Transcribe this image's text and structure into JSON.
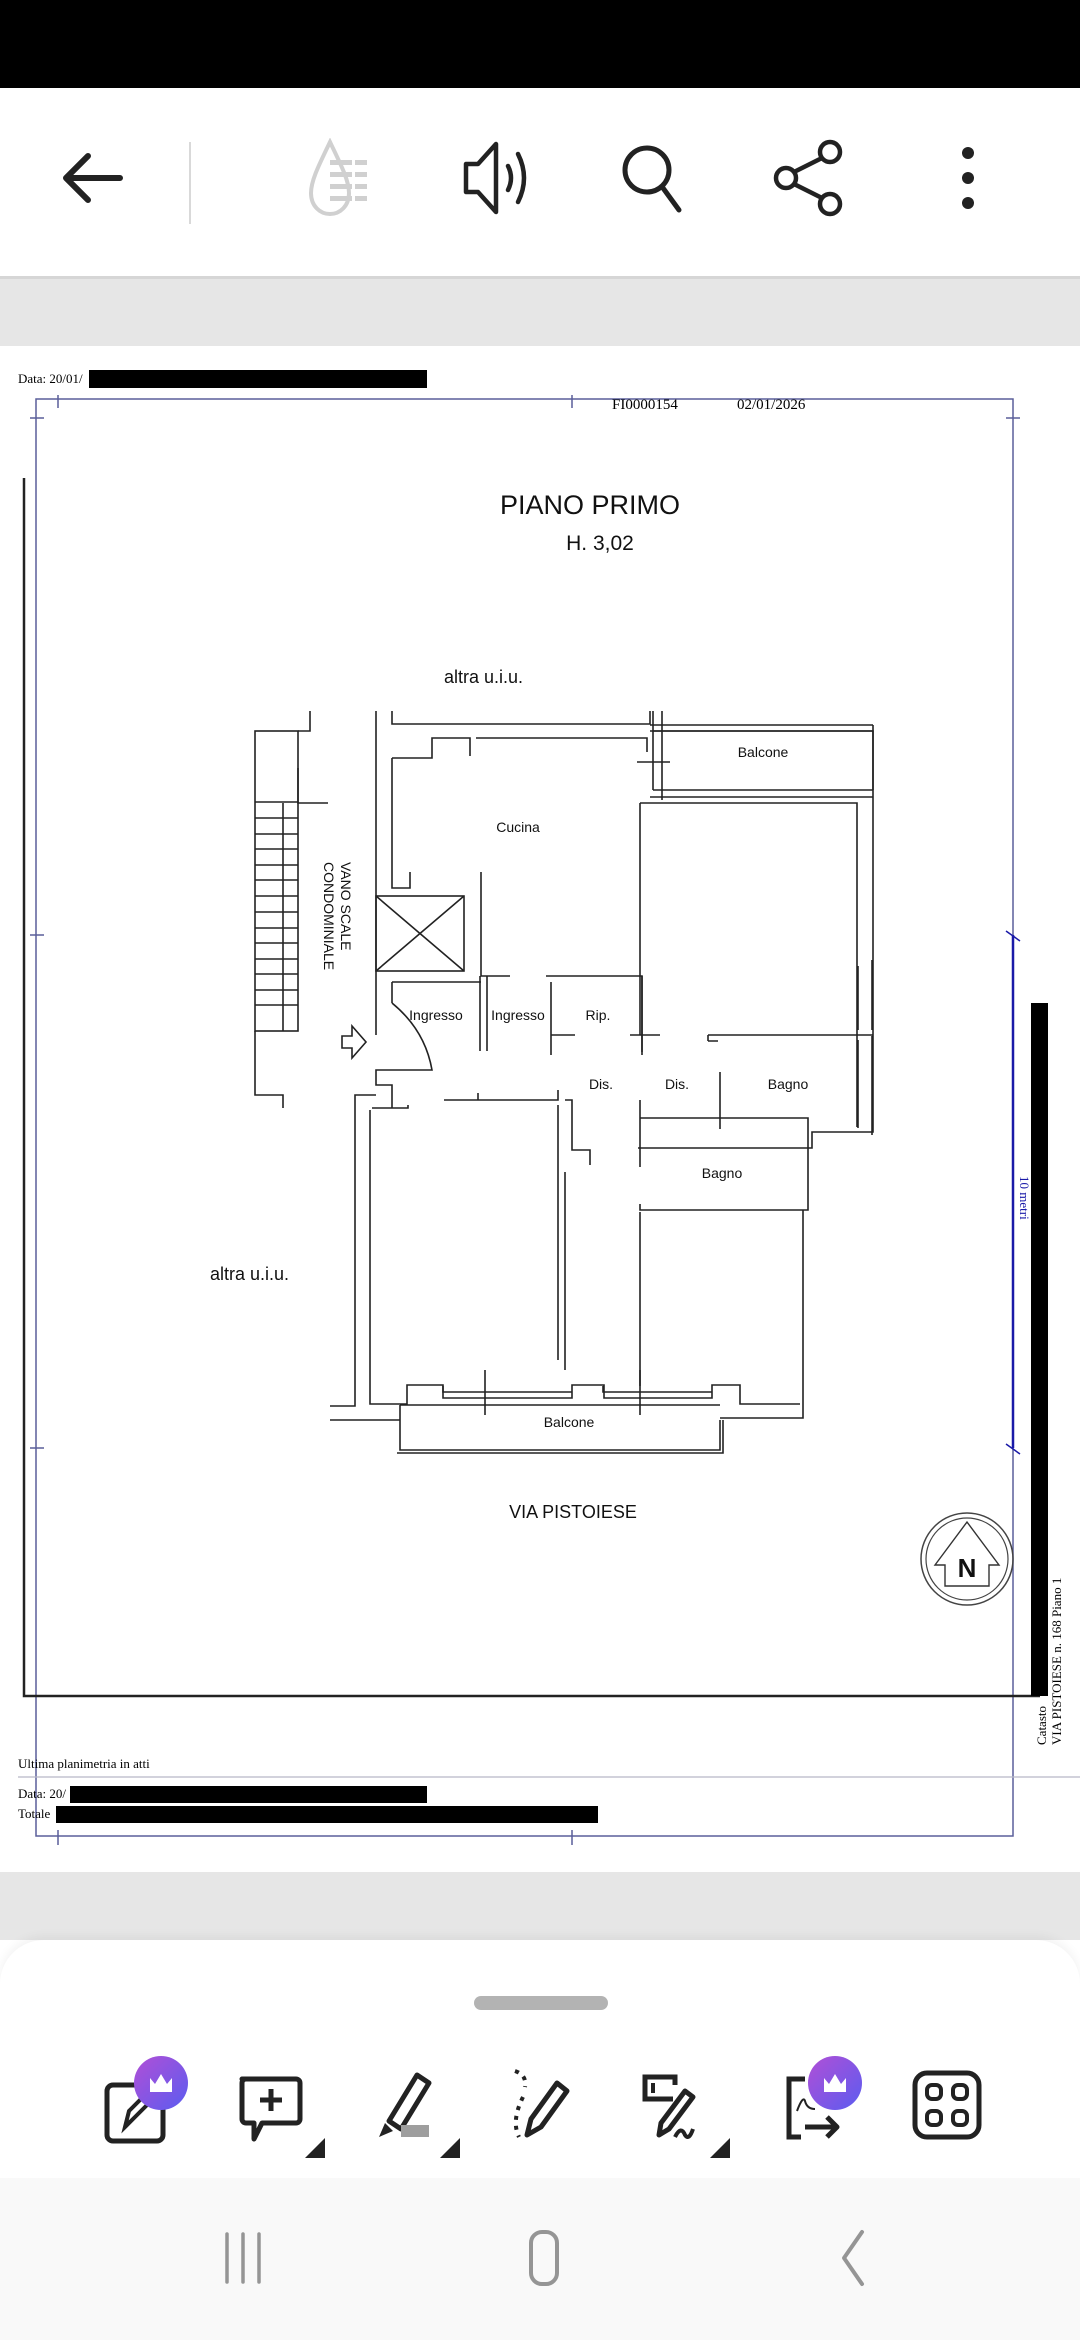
{
  "toolbar": {
    "icons": [
      "back-arrow-icon",
      "reading-mode-icon",
      "text-to-speech-icon",
      "search-icon",
      "share-icon",
      "more-options-icon"
    ],
    "reading_mode_disabled": true
  },
  "document": {
    "header_date": "Data: 20/01/",
    "code": "FI0000154",
    "code_date": "02/01/2026",
    "title": "PIANO PRIMO",
    "height": "H. 3,02",
    "scale_label": "10 metri",
    "north_label": "N",
    "street": "VIA PISTOIESE",
    "sidebar_line1": "Catasto",
    "sidebar_line2": "VIA PISTOIESE n. 168 Piano 1",
    "footer_note": "Ultima planimetria in atti",
    "footer_date": "Data: 20/",
    "footer_total": "Totale",
    "line_color": "#5a5f9a",
    "scale_color": "#1a1aa8",
    "rooms": {
      "altra_top": "altra u.i.u.",
      "altra_left": "altra u.i.u.",
      "stairwell": "VANO SCALE",
      "stairwell2": "CONDOMINIALE",
      "balcone_top": "Balcone",
      "cucina": "Cucina",
      "ingresso1": "Ingresso",
      "ingresso2": "Ingresso",
      "rip": "Rip.",
      "dis1": "Dis.",
      "dis2": "Dis.",
      "bagno1": "Bagno",
      "bagno2": "Bagno",
      "balcone_bottom": "Balcone"
    }
  },
  "bottom_tools": [
    {
      "name": "edit-pdf",
      "premium": true
    },
    {
      "name": "add-comment",
      "has_submenu": true
    },
    {
      "name": "highlighter",
      "has_submenu": true
    },
    {
      "name": "freehand-draw"
    },
    {
      "name": "fill-and-sign",
      "has_submenu": true
    },
    {
      "name": "export-pdf",
      "premium": true
    },
    {
      "name": "all-tools"
    }
  ],
  "premium_gradient": [
    "#b14fd6",
    "#5b5cf0"
  ],
  "navbar": [
    "recent-apps-icon",
    "home-icon",
    "back-icon"
  ]
}
